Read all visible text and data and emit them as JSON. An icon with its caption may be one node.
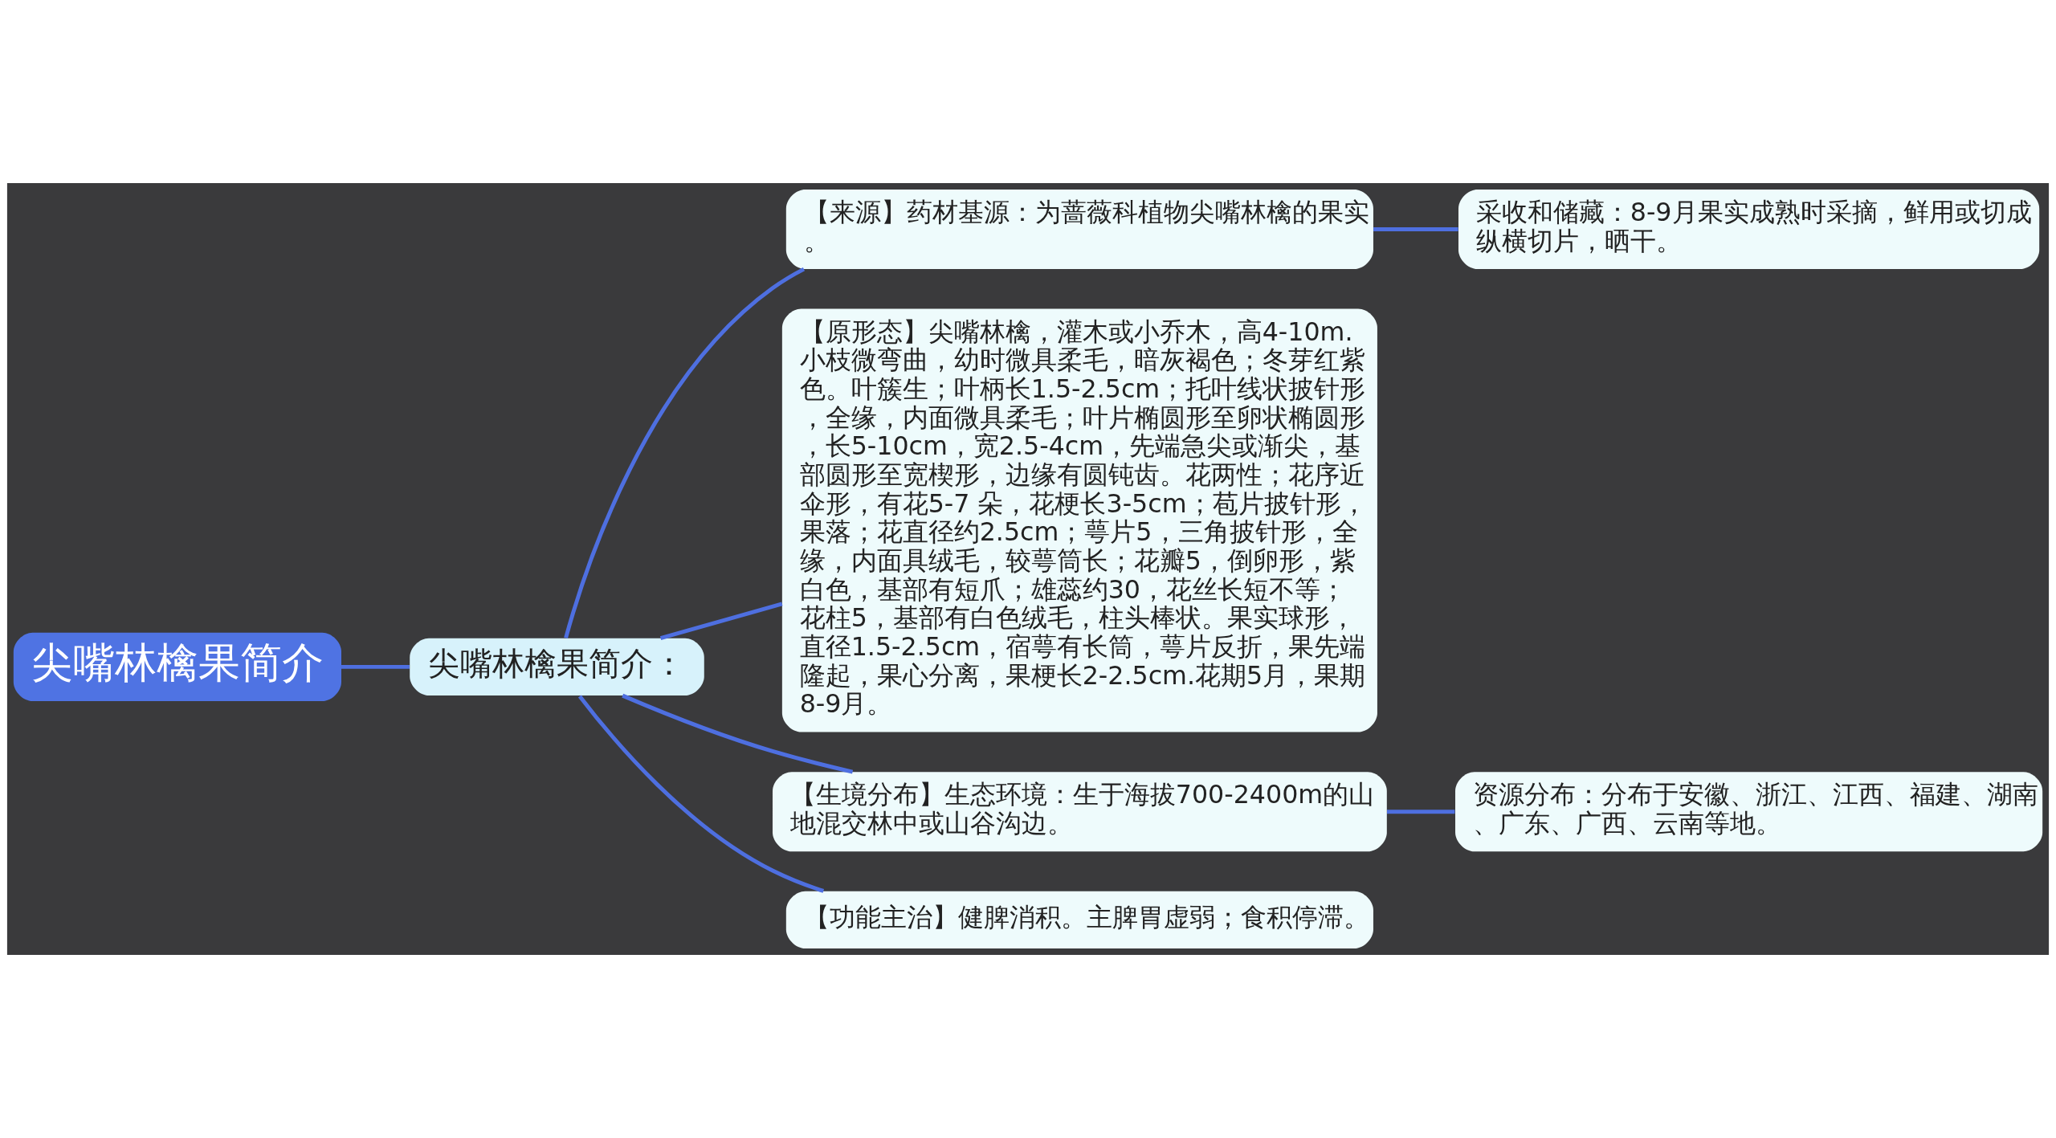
{
  "diagram": {
    "nodes": [
      {
        "text": [
          "尖嘴林檎果简介"
        ]
      },
      {
        "text": [
          "尖嘴林檎果简介："
        ]
      },
      {
        "text": [
          "【来源】药材基源：为蔷薇科植物尖嘴林檎的果实。"
        ]
      },
      {
        "text": [
          "采收和储藏：8-9月果实成熟时采摘，鲜用或切成纵横切片，晒干。"
        ]
      },
      {
        "text": [
          "【原形态】尖嘴林檎，灌木或小乔木，高4-10m.小枝微弯曲，幼时微具柔毛，暗灰褐色；冬芽红紫色。叶簇生；叶柄长1.5-2.5cm；托叶线状披针形，全缘，内面微具柔毛；叶片椭圆形至卵状椭圆形，长5-10cm，宽2.5-4cm，先端急尖或渐尖，基部圆形至宽楔形，边缘有圆钝齿。花两性；花序近伞形，有花5-7 朵，花梗长3-5cm；苞片披针形，果落；花直径约2.5cm；萼片5，三角披针形，全缘，内面具绒毛，较萼筒长；花瓣5，倒卵形，紫白色，基部有短爪；雄蕊约30，花丝长短不等；花柱5，基部有白色绒毛，柱头棒状。果实球形，直径1.5-2.5cm，宿萼有长筒，萼片反折，果先端隆起，果心分离，果梗长2-2.5cm.花期5月，果期8-9月。"
        ]
      },
      {
        "text": [
          "【生境分布】生态环境：生于海拔700-2400m的山地混交林中或山谷沟边。"
        ]
      },
      {
        "text": [
          "资源分布：分布于安徽、浙江、江西、福建、湖南、广东、广西、云南等地。"
        ]
      },
      {
        "text": [
          "【功能主治】健脾消积。主脾胃虚弱；食积停滞。"
        ]
      }
    ],
    "edges": [
      {
        "from": 0,
        "to": 1,
        "arrow": "none"
      },
      {
        "from": 1,
        "to": 2,
        "arrow": "none"
      },
      {
        "from": 1,
        "to": 4,
        "arrow": "none"
      },
      {
        "from": 1,
        "to": 5,
        "arrow": "none"
      },
      {
        "from": 1,
        "to": 7,
        "arrow": "none"
      },
      {
        "from": 2,
        "to": 3,
        "arrow": "none"
      },
      {
        "from": 5,
        "to": 6,
        "arrow": "none"
      }
    ]
  }
}
